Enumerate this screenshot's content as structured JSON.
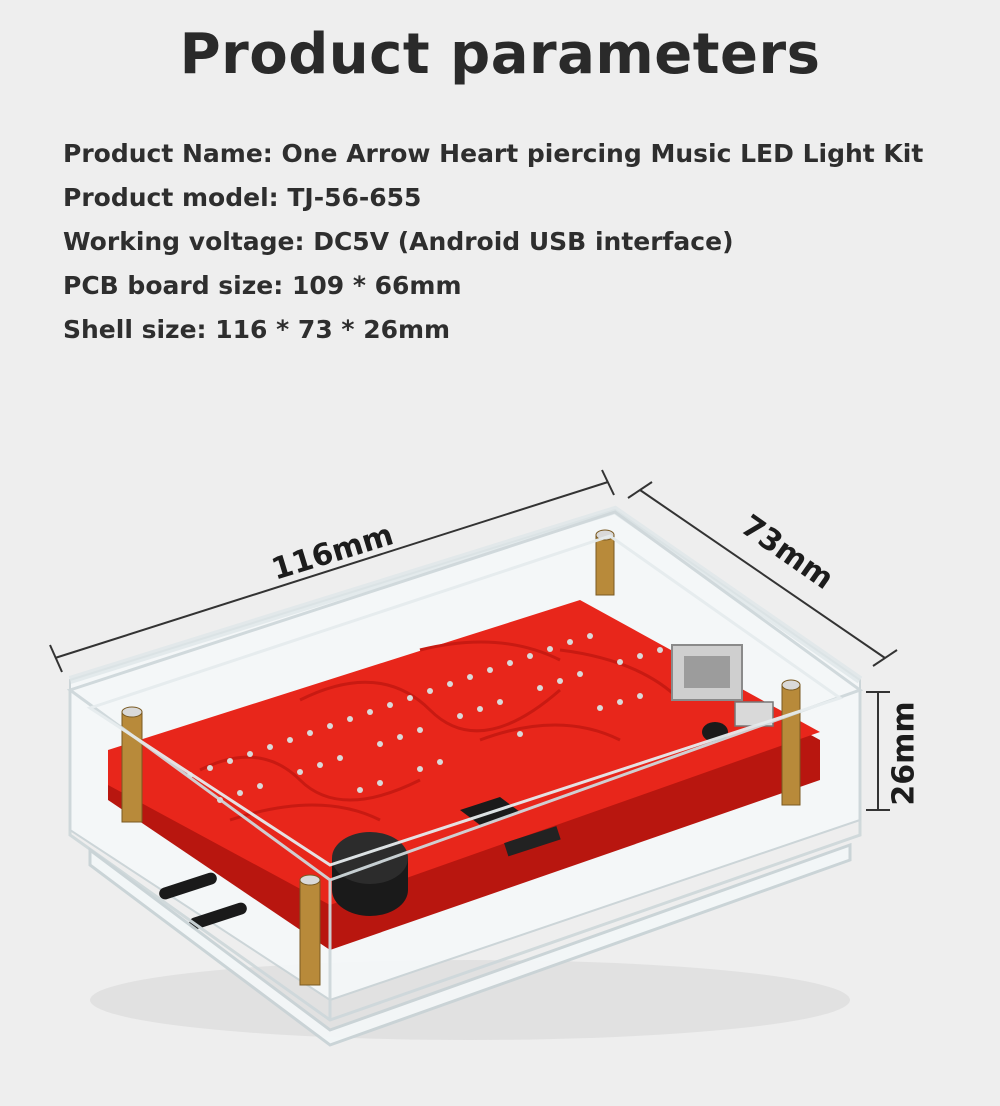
{
  "title": "Product parameters",
  "specs": [
    "Product Name: One Arrow Heart piercing Music LED Light Kit",
    "Product model: TJ-56-655",
    "Working voltage: DC5V (Android USB interface)",
    "PCB board size: 109 * 66mm",
    "Shell size: 116 * 73 * 26mm"
  ],
  "dimensions": {
    "length": "116mm",
    "width": "73mm",
    "height": "26mm"
  },
  "colors": {
    "background": "#eeeeee",
    "pcb": "#e8261b",
    "acrylic": "#f7fbfc"
  }
}
